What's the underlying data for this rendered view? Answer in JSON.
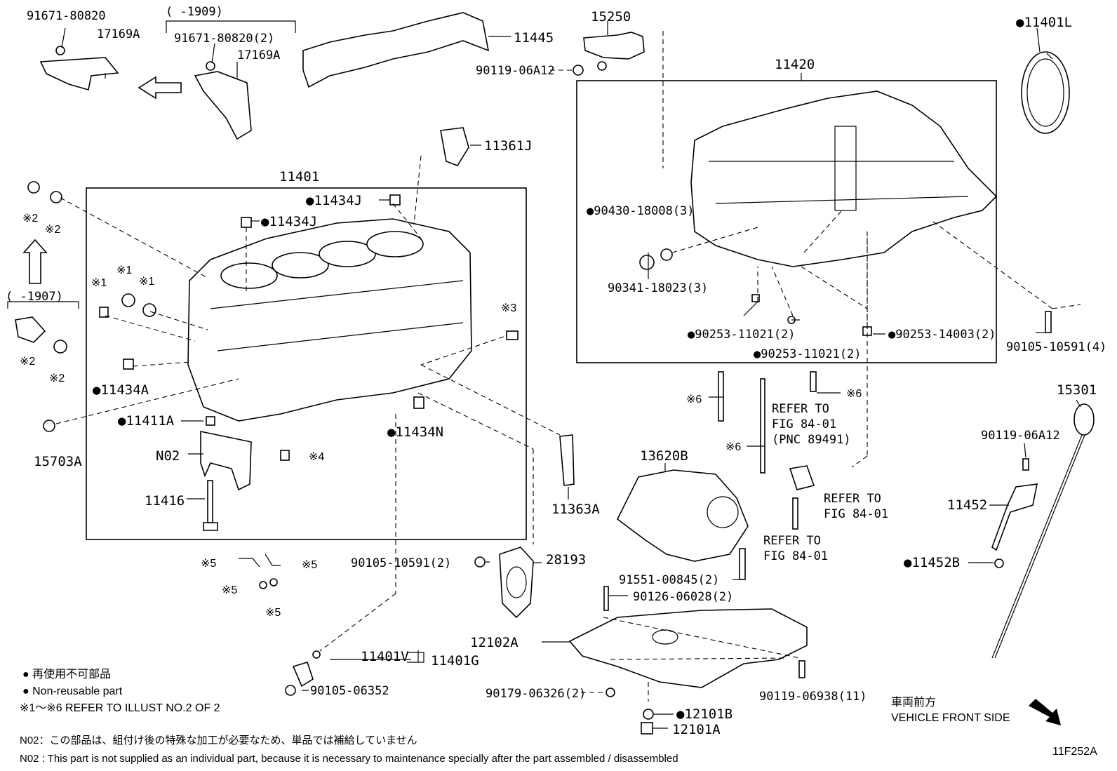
{
  "labels": {
    "p91671_80820": "91671-80820",
    "p17169A_a": "17169A",
    "p1909": "( -1909)",
    "p91671_80820_2": "91671-80820(2)",
    "p17169A_b": "17169A",
    "p11445": "11445",
    "p15250": "15250",
    "p90119_06A12_top": "90119-06A12",
    "p11420": "11420",
    "p11401L": "●11401L",
    "p11361J": "11361J",
    "p11401": "11401",
    "p11434J_a": "●11434J",
    "p11434J_b": "●11434J",
    "p90430": "●90430-18008(3)",
    "p90341": "90341-18023(3)",
    "p90253_11021_a": "●90253-11021(2)",
    "p90253_11021_b": "●90253-11021(2)",
    "p90253_14003": "●90253-14003(2)",
    "p90105_10591_4": "90105-10591(4)",
    "p1907": "( -1907)",
    "x1_a": "※1",
    "x1_b": "※1",
    "x1_c": "※1",
    "x2_a": "※2",
    "x2_b": "※2",
    "x2_c": "※2",
    "x2_d": "※2",
    "x3": "※3",
    "x4": "※4",
    "x6_a": "※6",
    "x6_b": "※6",
    "x6_c": "※6",
    "p11434A": "●11434A",
    "p11411A": "●11411A",
    "p11434N": "●11434N",
    "p15703A": "15703A",
    "pN02": "N02",
    "p11416": "11416",
    "p11363A": "11363A",
    "refer1_l1": "REFER TO",
    "refer1_l2": "FIG 84-01",
    "refer1_l3": "(PNC 89491)",
    "refer2_l1": "REFER TO",
    "refer2_l2": "FIG 84-01",
    "refer3_l1": "REFER TO",
    "refer3_l2": "FIG 84-01",
    "p13620B": "13620B",
    "p15301": "15301",
    "p90119_06A12_right": "90119-06A12",
    "p11452": "11452",
    "p11452B": "●11452B",
    "x5_a": "※5",
    "x5_b": "※5",
    "x5_c": "※5",
    "x5_d": "※5",
    "p90105_10591_2": "90105-10591(2)",
    "p28193": "28193",
    "p91551": "91551-00845(2)",
    "p90126": "90126-06028(2)",
    "p12102A": "12102A",
    "p11401V": "11401V",
    "p11401G": "11401G",
    "p90105_06352": "90105-06352",
    "p90179": "90179-06326(2)",
    "p90119_06938": "90119-06938(11)",
    "p12101B": "●12101B",
    "p12101A": "12101A",
    "vehicle_front_jp": "車両前方",
    "vehicle_front_en": "VEHICLE FRONT SIDE",
    "fig_code": "11F252A"
  },
  "legend": {
    "nonreusable_jp": "● 再使用不可部品",
    "nonreusable_en": "● Non-reusable part",
    "refer_illust": "※1～※6  REFER TO ILLUST NO.2 OF 2"
  },
  "footnotes": {
    "n02_jp": "N02：この部品は、組付け後の特殊な加工が必要なため、単品では補給していません",
    "n02_en": "N02 : This part is not supplied as an individual part, because it is necessary to maintenance specially after the part assembled / disassembled"
  }
}
